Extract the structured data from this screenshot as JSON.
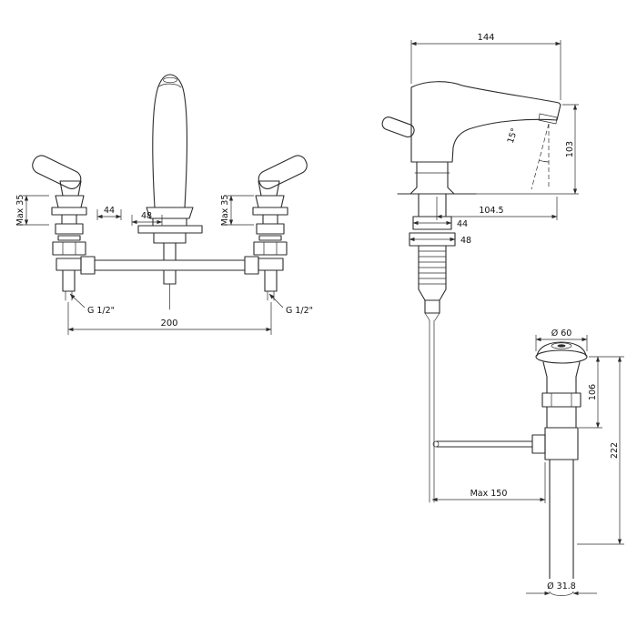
{
  "page": {
    "title": "Widespread basin faucet with pop-up drain - dimensional drawing",
    "background": "#ffffff",
    "line_color": "#2b2b2b"
  },
  "views": {
    "front": {
      "dims": {
        "max35_left": "Max 35",
        "d44": "44",
        "d48": "48",
        "max35_right": "Max 35",
        "g12_left": "G 1/2\"",
        "g12_right": "G 1/2\"",
        "d200": "200"
      }
    },
    "side": {
      "dims": {
        "d144": "144",
        "angle": "15°",
        "d103": "103",
        "d104_5": "104.5",
        "d44": "44",
        "d48": "48"
      }
    },
    "drain": {
      "dims": {
        "d60": "Ø 60",
        "d106": "106",
        "d222": "222",
        "max150": "Max 150",
        "d31_8": "Ø 31.8"
      }
    }
  }
}
